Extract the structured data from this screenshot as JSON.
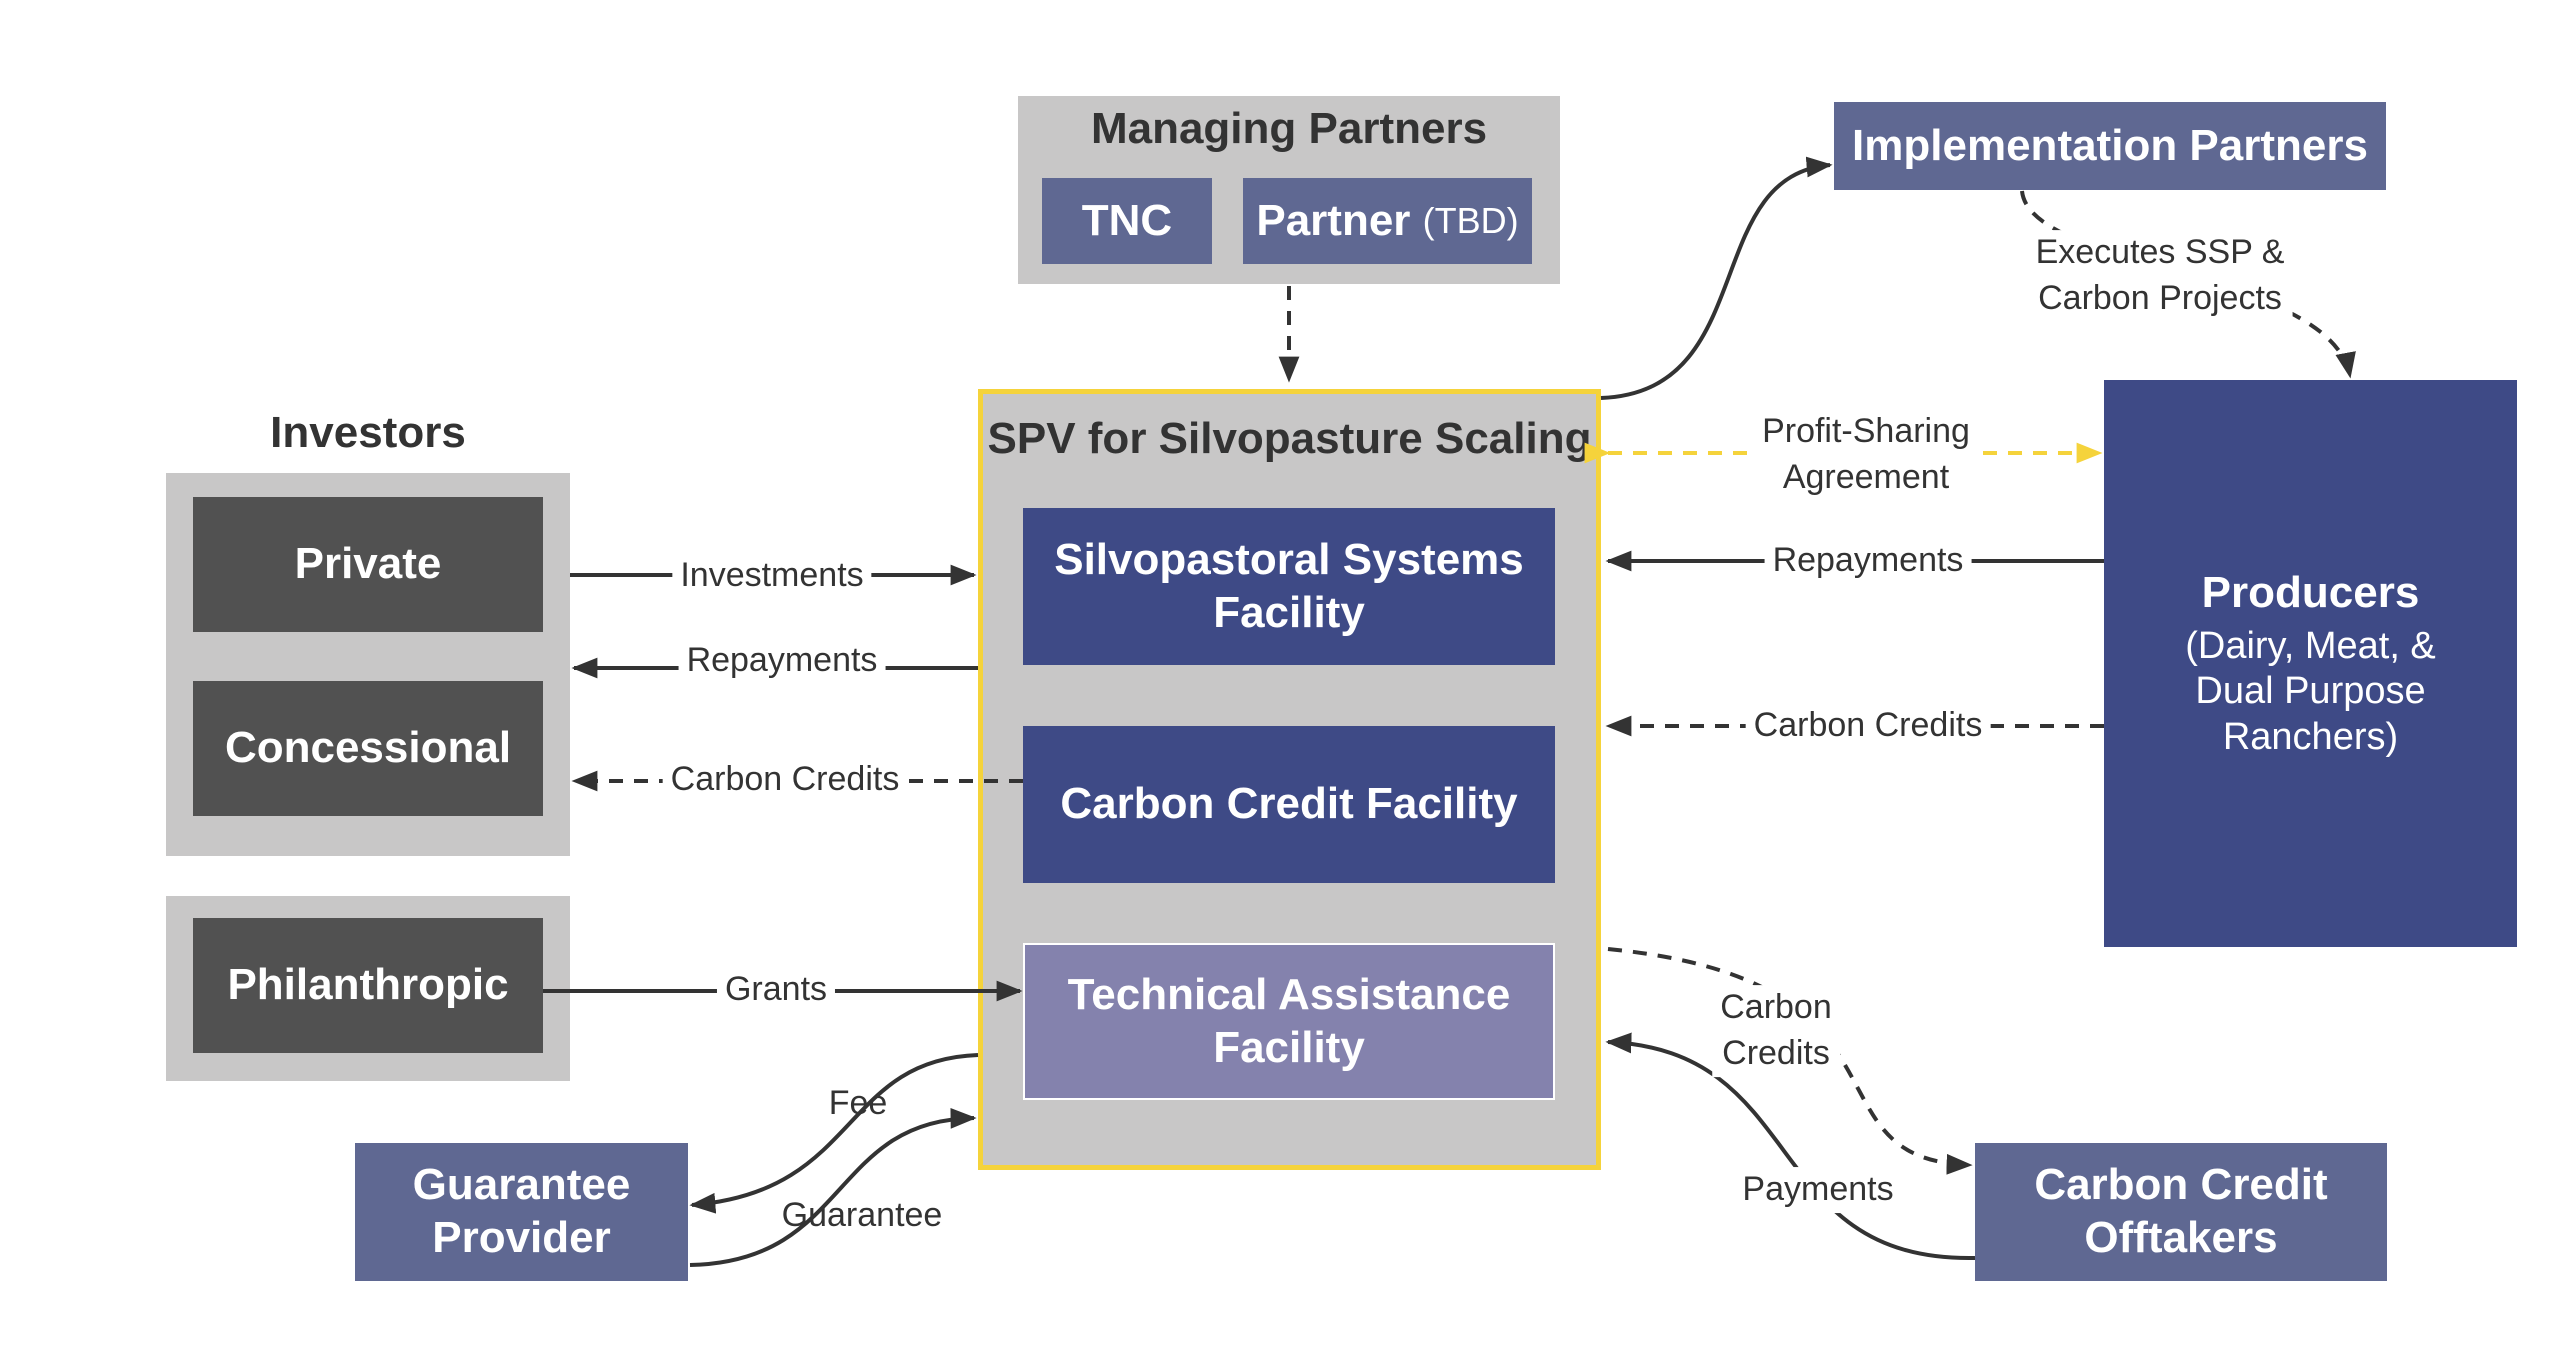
{
  "managing_partners": {
    "title": "Managing Partners",
    "tnc": "TNC",
    "partner": "Partner",
    "partner_note": "(TBD)"
  },
  "implementation_partners": "Implementation Partners",
  "investors": {
    "title": "Investors",
    "private": "Private",
    "concessional": "Concessional",
    "philanthropic": "Philanthropic"
  },
  "spv": {
    "title": "SPV for Silvopasture Scaling",
    "ssf": [
      "Silvopastoral Systems",
      "Facility"
    ],
    "ccf": "Carbon Credit Facility",
    "taf": [
      "Technical Assistance",
      "Facility"
    ]
  },
  "producers": {
    "title": "Producers",
    "detail": [
      "(Dairy, Meat, &",
      "Dual Purpose",
      "Ranchers)"
    ]
  },
  "guarantee_provider": [
    "Guarantee",
    "Provider"
  ],
  "offtakers": [
    "Carbon Credit",
    "Offtakers"
  ],
  "edge_labels": {
    "investments": "Investments",
    "repayments_left": "Repayments",
    "carbon_credits_left": "Carbon Credits",
    "grants": "Grants",
    "fee": "Fee",
    "guarantee": "Guarantee",
    "executes": [
      "Executes SSP &",
      "Carbon Projects"
    ],
    "profit_sharing": [
      "Profit-Sharing",
      "Agreement"
    ],
    "repayments_right": "Repayments",
    "carbon_credits_right": "Carbon Credits",
    "carbon_credits_offtake": [
      "Carbon",
      "Credits"
    ],
    "payments": "Payments"
  },
  "colors": {
    "dark_box": "#515151",
    "navy_box": "#3e4a86",
    "slate_box": "#5f6892",
    "lavender_box": "#8482ad",
    "panel_gray": "#c8c7c7",
    "spv_border": "#f5d33b",
    "arrow": "#333333",
    "profit_arrow": "#f5d33b"
  }
}
